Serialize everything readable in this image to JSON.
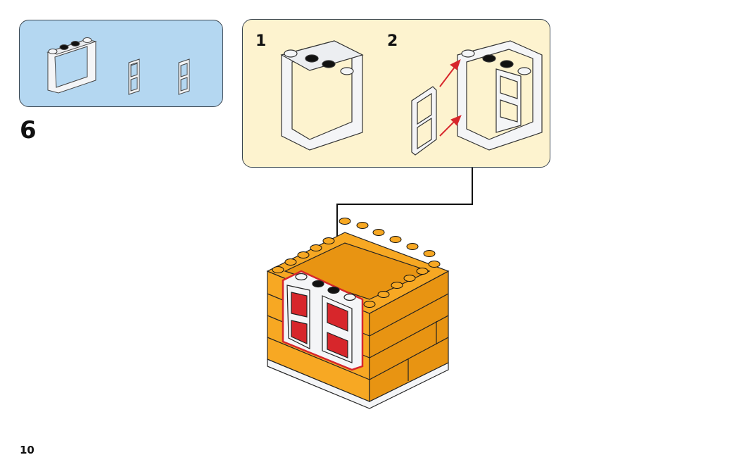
{
  "page": {
    "step_number": "6",
    "page_number": "10"
  },
  "parts_list": {
    "items": [
      {
        "name": "window-frame-1x4x3",
        "quantity_shown": 1,
        "color": "white"
      },
      {
        "name": "window-pane-1x2x3",
        "quantity_shown": 2,
        "color": "white"
      }
    ]
  },
  "sub_assembly": {
    "steps": [
      {
        "label": "1",
        "description": "window-frame"
      },
      {
        "label": "2",
        "description": "attach-window-shutters"
      }
    ]
  },
  "colors": {
    "parts_box_bg": "#b4d7f1",
    "sub_box_bg": "#fdf3cf",
    "box_border": "#3b4650",
    "brick_orange": "#f7a823",
    "brick_orange_dark": "#e89412",
    "highlight_red": "#d7262b",
    "frame_white": "#f4f5f7",
    "stud_black": "#111111"
  }
}
